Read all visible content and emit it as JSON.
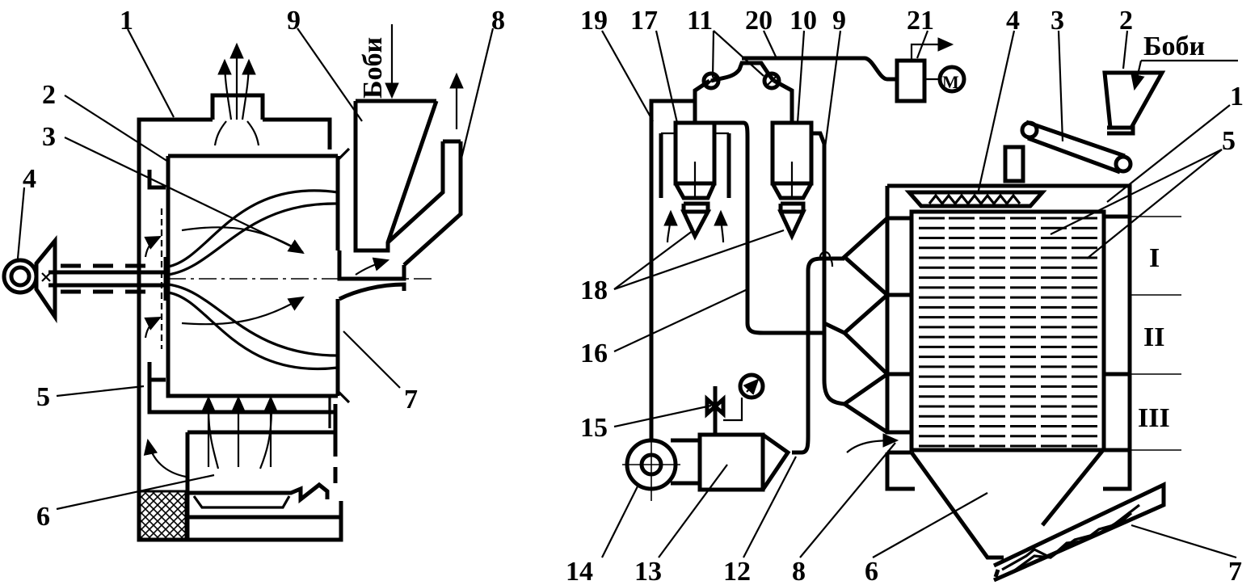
{
  "left_diagram": {
    "labels": {
      "l1": "1",
      "l2": "2",
      "l3": "3",
      "l4": "4",
      "l5": "5",
      "l6": "6",
      "l7": "7",
      "l8": "8",
      "l9": "9"
    },
    "beans": "Боби"
  },
  "right_diagram": {
    "labels": {
      "r1": "1",
      "r2": "2",
      "r3": "3",
      "r4": "4",
      "r5": "5",
      "r6": "6",
      "r7": "7",
      "r8": "8",
      "r9": "9",
      "r10": "10",
      "r11": "11",
      "r12": "12",
      "r13": "13",
      "r14": "14",
      "r15": "15",
      "r16": "16",
      "r17": "17",
      "r18": "18",
      "r19": "19",
      "r20": "20",
      "r21": "21"
    },
    "beans": "Боби",
    "motor": "М",
    "zones": {
      "z1": "I",
      "z2": "II",
      "z3": "III"
    }
  }
}
